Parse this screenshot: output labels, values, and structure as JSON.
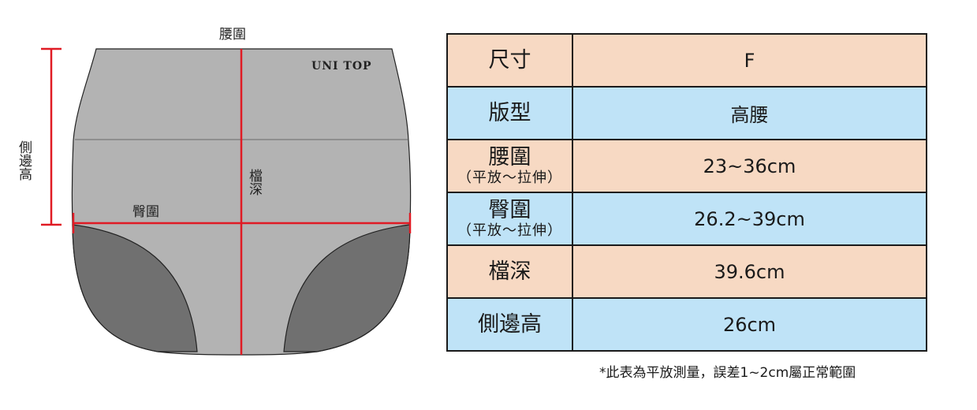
{
  "diagram": {
    "brand": "UNI TOP",
    "labels": {
      "waist": "腰圍",
      "hip": "臀圍",
      "rise": "檔深",
      "side_height": "側邊高"
    },
    "colors": {
      "garment_light": "#b3b3b3",
      "garment_dark": "#707070",
      "measure_line": "#e01b24"
    }
  },
  "table": {
    "colors": {
      "peach": "#f7d9c3",
      "blue": "#bfe3f7"
    },
    "rows": [
      {
        "label": "尺寸",
        "sublabel": "",
        "value": "F"
      },
      {
        "label": "版型",
        "sublabel": "",
        "value": "高腰"
      },
      {
        "label": "腰圍",
        "sublabel": "（平放～拉伸）",
        "value": "23~36cm"
      },
      {
        "label": "臀圍",
        "sublabel": "（平放～拉伸）",
        "value": "26.2~39cm"
      },
      {
        "label": "檔深",
        "sublabel": "",
        "value": "39.6cm"
      },
      {
        "label": "側邊高",
        "sublabel": "",
        "value": "26cm"
      }
    ]
  },
  "footnote": "*此表為平放測量，誤差1~2cm屬正常範圍"
}
